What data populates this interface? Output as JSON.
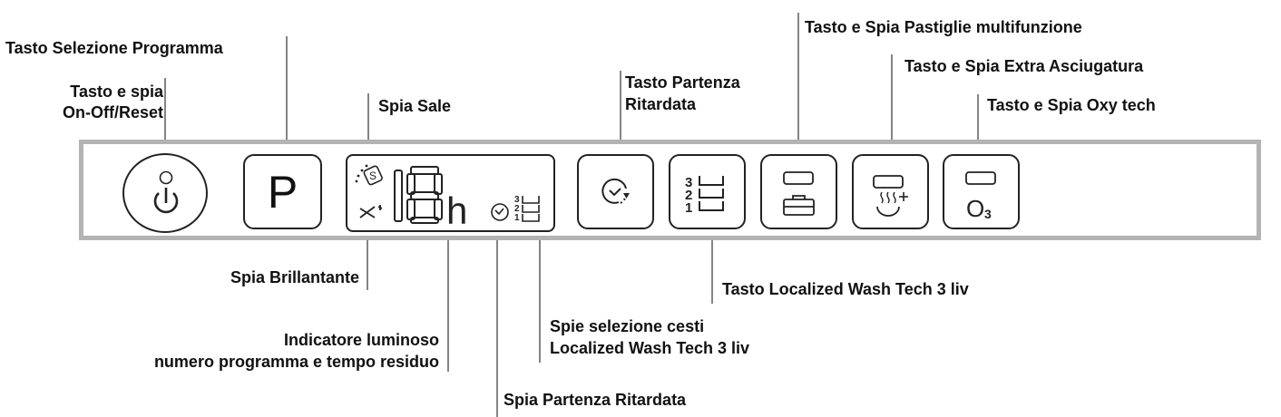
{
  "labels": {
    "power": [
      "Tasto e spia",
      "On-Off/Reset"
    ],
    "program_select": "Tasto Selezione Programma",
    "salt": "Spia Sale",
    "delay_start_key": [
      "Tasto Partenza",
      "Ritardata"
    ],
    "multi_tablet": "Tasto e Spia Pastiglie multifunzione",
    "extra_dry": "Tasto e Spia Extra Asciugatura",
    "oxy_tech": "Tasto e Spia Oxy tech",
    "rinse_aid": "Spia Brillantante",
    "localized_wash_key": "Tasto Localized Wash Tech 3 liv",
    "display_indicator": [
      "Indicatore luminoso",
      "numero programma e tempo residuo"
    ],
    "basket_lights": [
      "Spie selezione cesti",
      "Localized Wash Tech 3 liv"
    ],
    "delay_start_light": "Spia Partenza Ritardata"
  },
  "panel": {
    "program_key": "P",
    "display_digits": "18",
    "display_unit": "h",
    "salt_symbol": "S",
    "levels": [
      "3",
      "2",
      "1"
    ],
    "oxy_symbol": "O",
    "oxy_subscript": "3"
  }
}
